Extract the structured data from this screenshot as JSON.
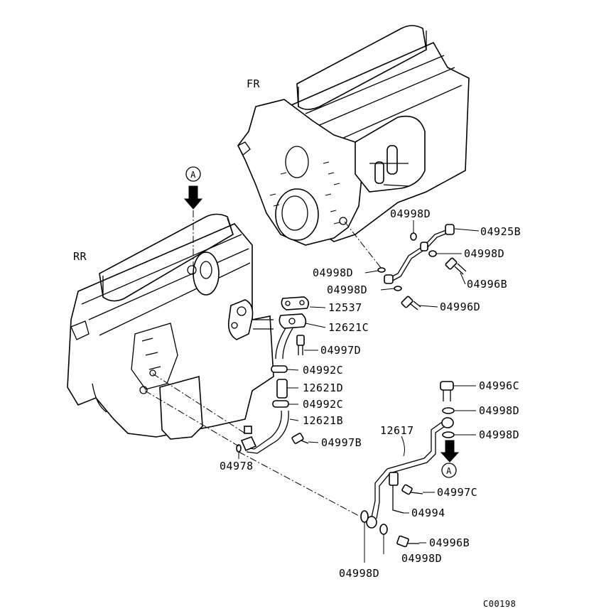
{
  "view_labels": {
    "front": "FR",
    "rear": "RR",
    "ref_a": "A",
    "ref_a_bottom": "A"
  },
  "callouts": {
    "c04998D_top": "04998D",
    "c04925B": "04925B",
    "c04998D_right1": "04998D",
    "c04998D_left1": "04998D",
    "c04996B_upper": "04996B",
    "c04998D_left2": "04998D",
    "c04996D": "04996D",
    "c12537": "12537",
    "c12621C": "12621C",
    "c04997D": "04997D",
    "c04992C_1": "04992C",
    "c12621D": "12621D",
    "c04992C_2": "04992C",
    "c12621B": "12621B",
    "c04997B": "04997B",
    "c04978": "04978",
    "c04996C": "04996C",
    "c04998D_r2": "04998D",
    "c04998D_r3": "04998D",
    "c12617": "12617",
    "c04997C": "04997C",
    "c04994": "04994",
    "c04996B_lower": "04996B",
    "c04998D_bottom1": "04998D",
    "c04998D_bottom2": "04998D"
  },
  "diagram_code": "C00198"
}
